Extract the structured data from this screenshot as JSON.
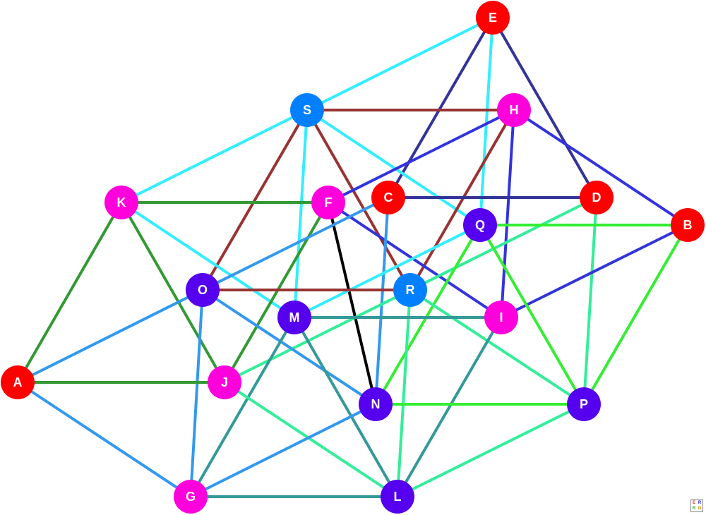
{
  "graph": {
    "nodes": [
      {
        "id": "E",
        "color": "#ff0000"
      },
      {
        "id": "S",
        "color": "#0080ff"
      },
      {
        "id": "H",
        "color": "#ff00dd"
      },
      {
        "id": "K",
        "color": "#ff00dd"
      },
      {
        "id": "F",
        "color": "#ff00dd"
      },
      {
        "id": "C",
        "color": "#ff0000"
      },
      {
        "id": "D",
        "color": "#ff0000"
      },
      {
        "id": "B",
        "color": "#ff0000"
      },
      {
        "id": "Q",
        "color": "#5500ee"
      },
      {
        "id": "O",
        "color": "#5500ee"
      },
      {
        "id": "R",
        "color": "#0080ff"
      },
      {
        "id": "M",
        "color": "#5500ee"
      },
      {
        "id": "I",
        "color": "#ff00dd"
      },
      {
        "id": "A",
        "color": "#ff0000"
      },
      {
        "id": "J",
        "color": "#ff00dd"
      },
      {
        "id": "N",
        "color": "#5500ee"
      },
      {
        "id": "P",
        "color": "#5500ee"
      },
      {
        "id": "G",
        "color": "#ff00dd"
      },
      {
        "id": "L",
        "color": "#5500ee"
      }
    ],
    "edges": [
      {
        "from": "E",
        "to": "S",
        "color": "#33eeff"
      },
      {
        "from": "E",
        "to": "C",
        "color": "#333399"
      },
      {
        "from": "E",
        "to": "D",
        "color": "#333399"
      },
      {
        "from": "E",
        "to": "Q",
        "color": "#33eeff"
      },
      {
        "from": "S",
        "to": "H",
        "color": "#993333"
      },
      {
        "from": "S",
        "to": "K",
        "color": "#33eeff"
      },
      {
        "from": "S",
        "to": "O",
        "color": "#993333"
      },
      {
        "from": "S",
        "to": "R",
        "color": "#993333"
      },
      {
        "from": "S",
        "to": "M",
        "color": "#33eeff"
      },
      {
        "from": "S",
        "to": "Q",
        "color": "#33eeff"
      },
      {
        "from": "H",
        "to": "F",
        "color": "#3333dd"
      },
      {
        "from": "H",
        "to": "B",
        "color": "#3333dd"
      },
      {
        "from": "H",
        "to": "R",
        "color": "#993333"
      },
      {
        "from": "H",
        "to": "I",
        "color": "#3333dd"
      },
      {
        "from": "K",
        "to": "F",
        "color": "#339933"
      },
      {
        "from": "K",
        "to": "A",
        "color": "#339933"
      },
      {
        "from": "K",
        "to": "J",
        "color": "#339933"
      },
      {
        "from": "K",
        "to": "M",
        "color": "#33eeff"
      },
      {
        "from": "F",
        "to": "J",
        "color": "#339933"
      },
      {
        "from": "F",
        "to": "N",
        "color": "#000000"
      },
      {
        "from": "F",
        "to": "I",
        "color": "#3333dd"
      },
      {
        "from": "C",
        "to": "D",
        "color": "#333399"
      },
      {
        "from": "C",
        "to": "O",
        "color": "#3399ee"
      },
      {
        "from": "C",
        "to": "N",
        "color": "#3399ee"
      },
      {
        "from": "D",
        "to": "J",
        "color": "#33ee99"
      },
      {
        "from": "D",
        "to": "P",
        "color": "#33ee99"
      },
      {
        "from": "B",
        "to": "Q",
        "color": "#33ee33"
      },
      {
        "from": "B",
        "to": "P",
        "color": "#33ee33"
      },
      {
        "from": "B",
        "to": "I",
        "color": "#3333dd"
      },
      {
        "from": "Q",
        "to": "M",
        "color": "#33eeff"
      },
      {
        "from": "Q",
        "to": "N",
        "color": "#33ee33"
      },
      {
        "from": "Q",
        "to": "P",
        "color": "#33ee33"
      },
      {
        "from": "O",
        "to": "R",
        "color": "#993333"
      },
      {
        "from": "O",
        "to": "A",
        "color": "#3399ee"
      },
      {
        "from": "O",
        "to": "G",
        "color": "#3399ee"
      },
      {
        "from": "O",
        "to": "N",
        "color": "#3399ee"
      },
      {
        "from": "R",
        "to": "L",
        "color": "#33ee99"
      },
      {
        "from": "R",
        "to": "P",
        "color": "#33ee99"
      },
      {
        "from": "M",
        "to": "I",
        "color": "#339999"
      },
      {
        "from": "M",
        "to": "G",
        "color": "#339999"
      },
      {
        "from": "M",
        "to": "L",
        "color": "#339999"
      },
      {
        "from": "I",
        "to": "L",
        "color": "#339999"
      },
      {
        "from": "A",
        "to": "J",
        "color": "#339933"
      },
      {
        "from": "A",
        "to": "G",
        "color": "#3399ee"
      },
      {
        "from": "J",
        "to": "L",
        "color": "#33ee99"
      },
      {
        "from": "N",
        "to": "P",
        "color": "#33ee33"
      },
      {
        "from": "N",
        "to": "G",
        "color": "#3399ee"
      },
      {
        "from": "P",
        "to": "L",
        "color": "#33ee99"
      },
      {
        "from": "G",
        "to": "L",
        "color": "#339999"
      }
    ]
  },
  "watermark": {
    "letters": [
      "E",
      "R",
      "R",
      "D"
    ],
    "colors": [
      "#dd2222",
      "#2222dd",
      "#22aa22",
      "#dd8800"
    ]
  }
}
